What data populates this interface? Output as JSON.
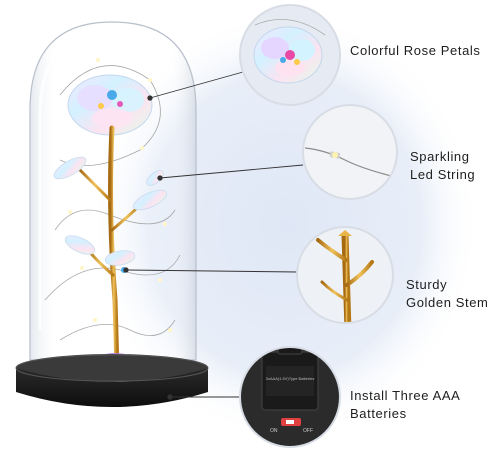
{
  "features": [
    {
      "icon": "iridescent-rose-icon",
      "line1": "Colorful Rose Petals",
      "line2": ""
    },
    {
      "icon": "led-string-icon",
      "line1": "Sparkling",
      "line2": "Led String"
    },
    {
      "icon": "golden-stem-icon",
      "line1": "Sturdy",
      "line2": "Golden Stem"
    },
    {
      "icon": "battery-box-icon",
      "line1": "Install Three AAA",
      "line2": "Batteries"
    }
  ],
  "battery_box_text": {
    "line1": "3xAAA(1.5V)Type Batteries",
    "line2": "ON",
    "line3": "OFF"
  },
  "colors": {
    "background_glow": "#dde6f6",
    "stem_gold": "#d49a2a",
    "base": "#1c1c1c",
    "leader_line": "#333333"
  }
}
